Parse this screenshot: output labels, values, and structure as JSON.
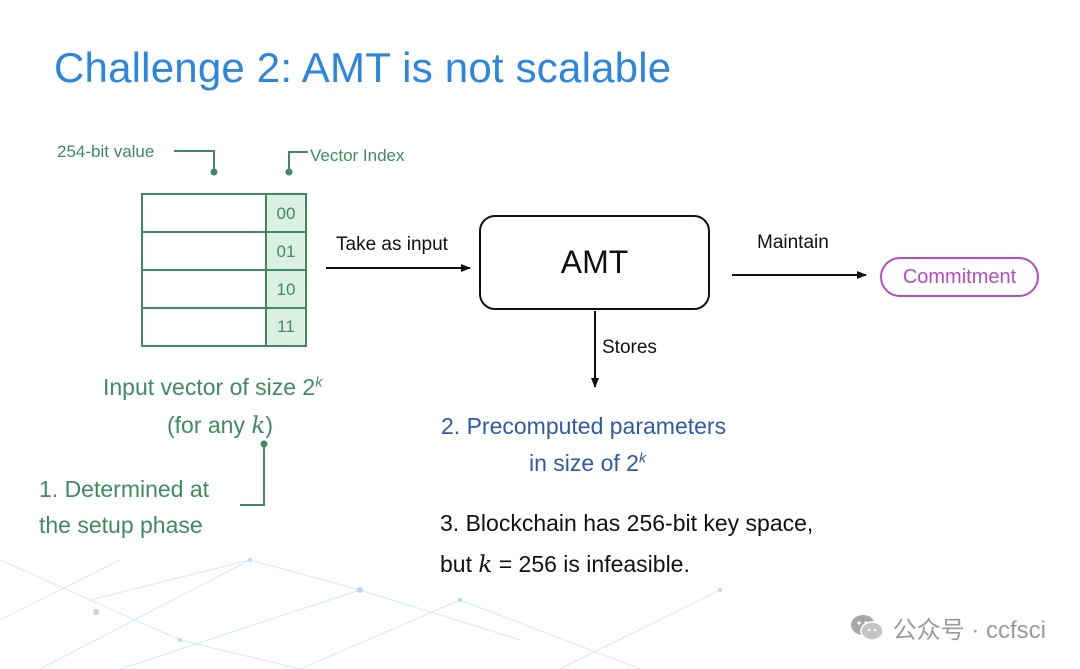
{
  "title": "Challenge 2: AMT is not scalable",
  "callouts": {
    "value_label": "254-bit value",
    "index_label": "Vector Index"
  },
  "vector": {
    "indices": [
      "00",
      "01",
      "10",
      "11"
    ],
    "caption_line1_prefix": "Input vector of size 2",
    "caption_line1_sup": "k",
    "caption_line2_prefix": "(for any ",
    "caption_line2_var": "k",
    "caption_line2_suffix": ")"
  },
  "note1": {
    "line1": "1. Determined at",
    "line2": "the setup phase"
  },
  "edges": {
    "take_as_input": "Take as input",
    "maintain": "Maintain",
    "stores": "Stores"
  },
  "amt_label": "AMT",
  "commitment_label": "Commitment",
  "note2": {
    "line1": "2. Precomputed parameters",
    "line2_prefix": "in size of 2",
    "line2_sup": "k"
  },
  "note3": {
    "line1": "3. Blockchain has 256-bit key space,",
    "line2_prefix": "but ",
    "line2_var": "k",
    "line2_suffix": " = 256 is infeasible."
  },
  "watermark": {
    "icon": "wechat-icon",
    "text": "公众号 · ccfsci"
  },
  "colors": {
    "title": "#2a86df",
    "green": "#3f8a63",
    "blue": "#2e5aa8",
    "purple": "#b74bc6"
  }
}
